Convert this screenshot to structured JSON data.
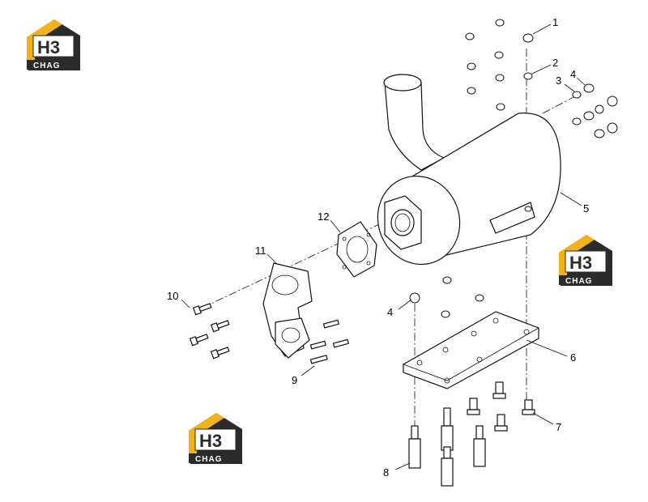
{
  "logo": {
    "top_text": "H3",
    "bottom_text": "CHAG",
    "colors": {
      "yellow": "#f2b21b",
      "dark": "#2b2b2b",
      "white": "#ffffff"
    }
  },
  "callouts": [
    "1",
    "2",
    "3",
    "4",
    "4",
    "5",
    "6",
    "7",
    "8",
    "9",
    "10",
    "11",
    "12"
  ]
}
